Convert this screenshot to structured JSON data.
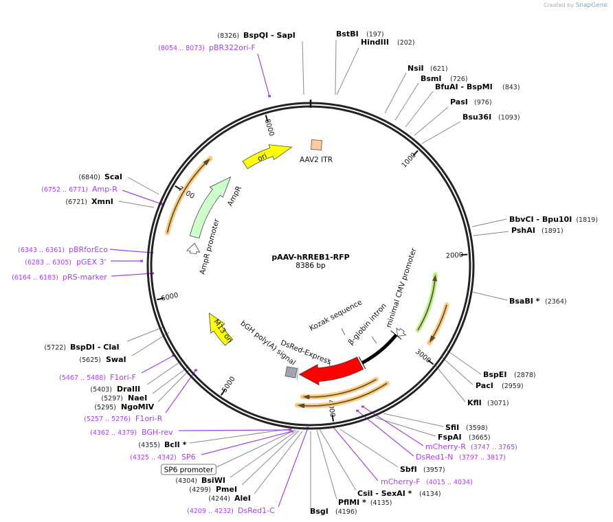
{
  "logo": {
    "prefix": "Created by",
    "brand": "SnapGene"
  },
  "plasmid": {
    "name": "pAAV-hRREB1-RFP",
    "length": "8386 bp"
  },
  "ticks": [
    "1000",
    "2000",
    "3000",
    "4000",
    "5000",
    "6000",
    "7000",
    "8000"
  ],
  "enzymes": [
    {
      "name": "BspQI  - SapI",
      "pos": "(8326)"
    },
    {
      "name": "BstBI",
      "pos": "(197)"
    },
    {
      "name": "HindIII",
      "pos": "(202)"
    },
    {
      "name": "NsiI",
      "pos": "(621)"
    },
    {
      "name": "BsmI",
      "pos": "(726)"
    },
    {
      "name": "BfuAI  - BspMI",
      "pos": "(843)"
    },
    {
      "name": "PasI",
      "pos": "(976)"
    },
    {
      "name": "Bsu36I",
      "pos": "(1093)"
    },
    {
      "name": "BbvCI  - Bpu10I",
      "pos": "(1819)"
    },
    {
      "name": "PshAI",
      "pos": "(1891)"
    },
    {
      "name": "BsaBI *",
      "pos": "(2364)"
    },
    {
      "name": "BspEI",
      "pos": "(2878)"
    },
    {
      "name": "PacI",
      "pos": "(2959)"
    },
    {
      "name": "KflI",
      "pos": "(3071)"
    },
    {
      "name": "SfiI",
      "pos": "(3598)"
    },
    {
      "name": "FspAI",
      "pos": "(3665)"
    },
    {
      "name": "SbfI",
      "pos": "(3957)"
    },
    {
      "name": "CsiI  - SexAI *",
      "pos": "(4134)"
    },
    {
      "name": "PflMI *",
      "pos": "(4135)"
    },
    {
      "name": "BsgI",
      "pos": "(4196)"
    },
    {
      "name": "AleI",
      "pos": "(4244)"
    },
    {
      "name": "PmeI",
      "pos": "(4299)"
    },
    {
      "name": "BsiWI",
      "pos": "(4304)"
    },
    {
      "name": "BclI *",
      "pos": "(4355)"
    },
    {
      "name": "SwaI",
      "pos": "(5625)"
    },
    {
      "name": "BspDI  - ClaI",
      "pos": "(5722)"
    },
    {
      "name": "DraIII",
      "pos": "(5403)"
    },
    {
      "name": "NaeI",
      "pos": "(5297)"
    },
    {
      "name": "NgoMIV",
      "pos": "(5295)"
    },
    {
      "name": "ScaI",
      "pos": "(6840)"
    },
    {
      "name": "XmnI",
      "pos": "(6721)"
    }
  ],
  "primers": [
    {
      "name": "pBR322ori-F",
      "pos": "(8054 .. 8073)"
    },
    {
      "name": "Amp-R",
      "pos": "(6752 .. 6771)"
    },
    {
      "name": "pBRforEco",
      "pos": "(6343 .. 6361)"
    },
    {
      "name": "pGEX 3'",
      "pos": "(6283 .. 6305)"
    },
    {
      "name": "pRS-marker",
      "pos": "(6164 .. 6183)"
    },
    {
      "name": "F1ori-F",
      "pos": "(5467 .. 5488)"
    },
    {
      "name": "F1ori-R",
      "pos": "(5257 .. 5276)"
    },
    {
      "name": "BGH-rev",
      "pos": "(4362 .. 4379)"
    },
    {
      "name": "SP6",
      "pos": "(4325 .. 4342)"
    },
    {
      "name": "DsRed1-C",
      "pos": "(4209 .. 4232)"
    },
    {
      "name": "mCherry-F",
      "pos": "(4015 .. 4034)"
    },
    {
      "name": "DsRed1-N",
      "pos": "(3797 .. 3817)"
    },
    {
      "name": "mCherry-R",
      "pos": "(3747 .. 3765)"
    }
  ],
  "features": {
    "ori": "ori",
    "aav2_itr": "AAV2 ITR",
    "ampr": "AmpR",
    "ampr_promoter": "AmpR promoter",
    "m13_ori": "M13 ori",
    "bgh": "bGH poly(A) signal",
    "dsred": "DsRed-Express",
    "kozak": "Kozak sequence",
    "bglobin": "β-globin intron",
    "cmv": "minimal CMV promoter",
    "sp6_promoter": "SP6 promoter"
  },
  "colors": {
    "primer": "#a43ee6",
    "ori": "#ffff00",
    "ampr": "#ccffcc",
    "dsred": "#ff0000",
    "itr": "#ffcc99",
    "bgh": "#a0a4ae",
    "highlight_orange": "#f9c97c",
    "highlight_green": "#b8f08a"
  }
}
